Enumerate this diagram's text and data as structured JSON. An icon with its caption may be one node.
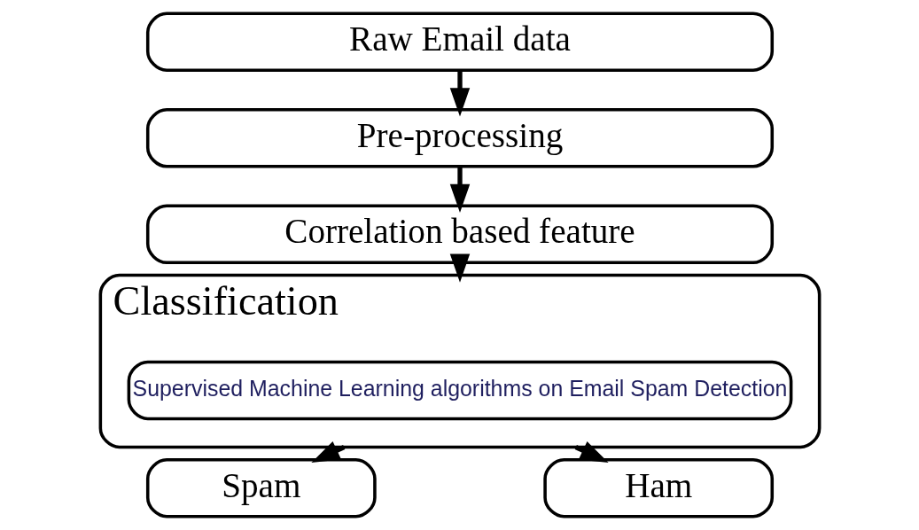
{
  "diagram": {
    "nodes": [
      {
        "text": [
          "Raw Email data"
        ]
      },
      {
        "text": [
          "Pre-processing"
        ]
      },
      {
        "text": [
          "Correlation based feature"
        ]
      },
      {
        "text": [
          "Classification"
        ]
      },
      {
        "text": [
          "Supervised Machine Learning algorithms on Email Spam Detection"
        ],
        "in": 3
      },
      {
        "text": [
          "Spam"
        ]
      },
      {
        "text": [
          "Ham"
        ]
      }
    ],
    "edges": [
      {
        "from": 0,
        "to": 1,
        "arrow": "to"
      },
      {
        "from": 1,
        "to": 2,
        "arrow": "to"
      },
      {
        "from": 2,
        "to": 3,
        "arrow": "to"
      },
      {
        "from": 3,
        "to": 5,
        "arrow": "to"
      },
      {
        "from": 3,
        "to": 6,
        "arrow": "to"
      }
    ]
  }
}
